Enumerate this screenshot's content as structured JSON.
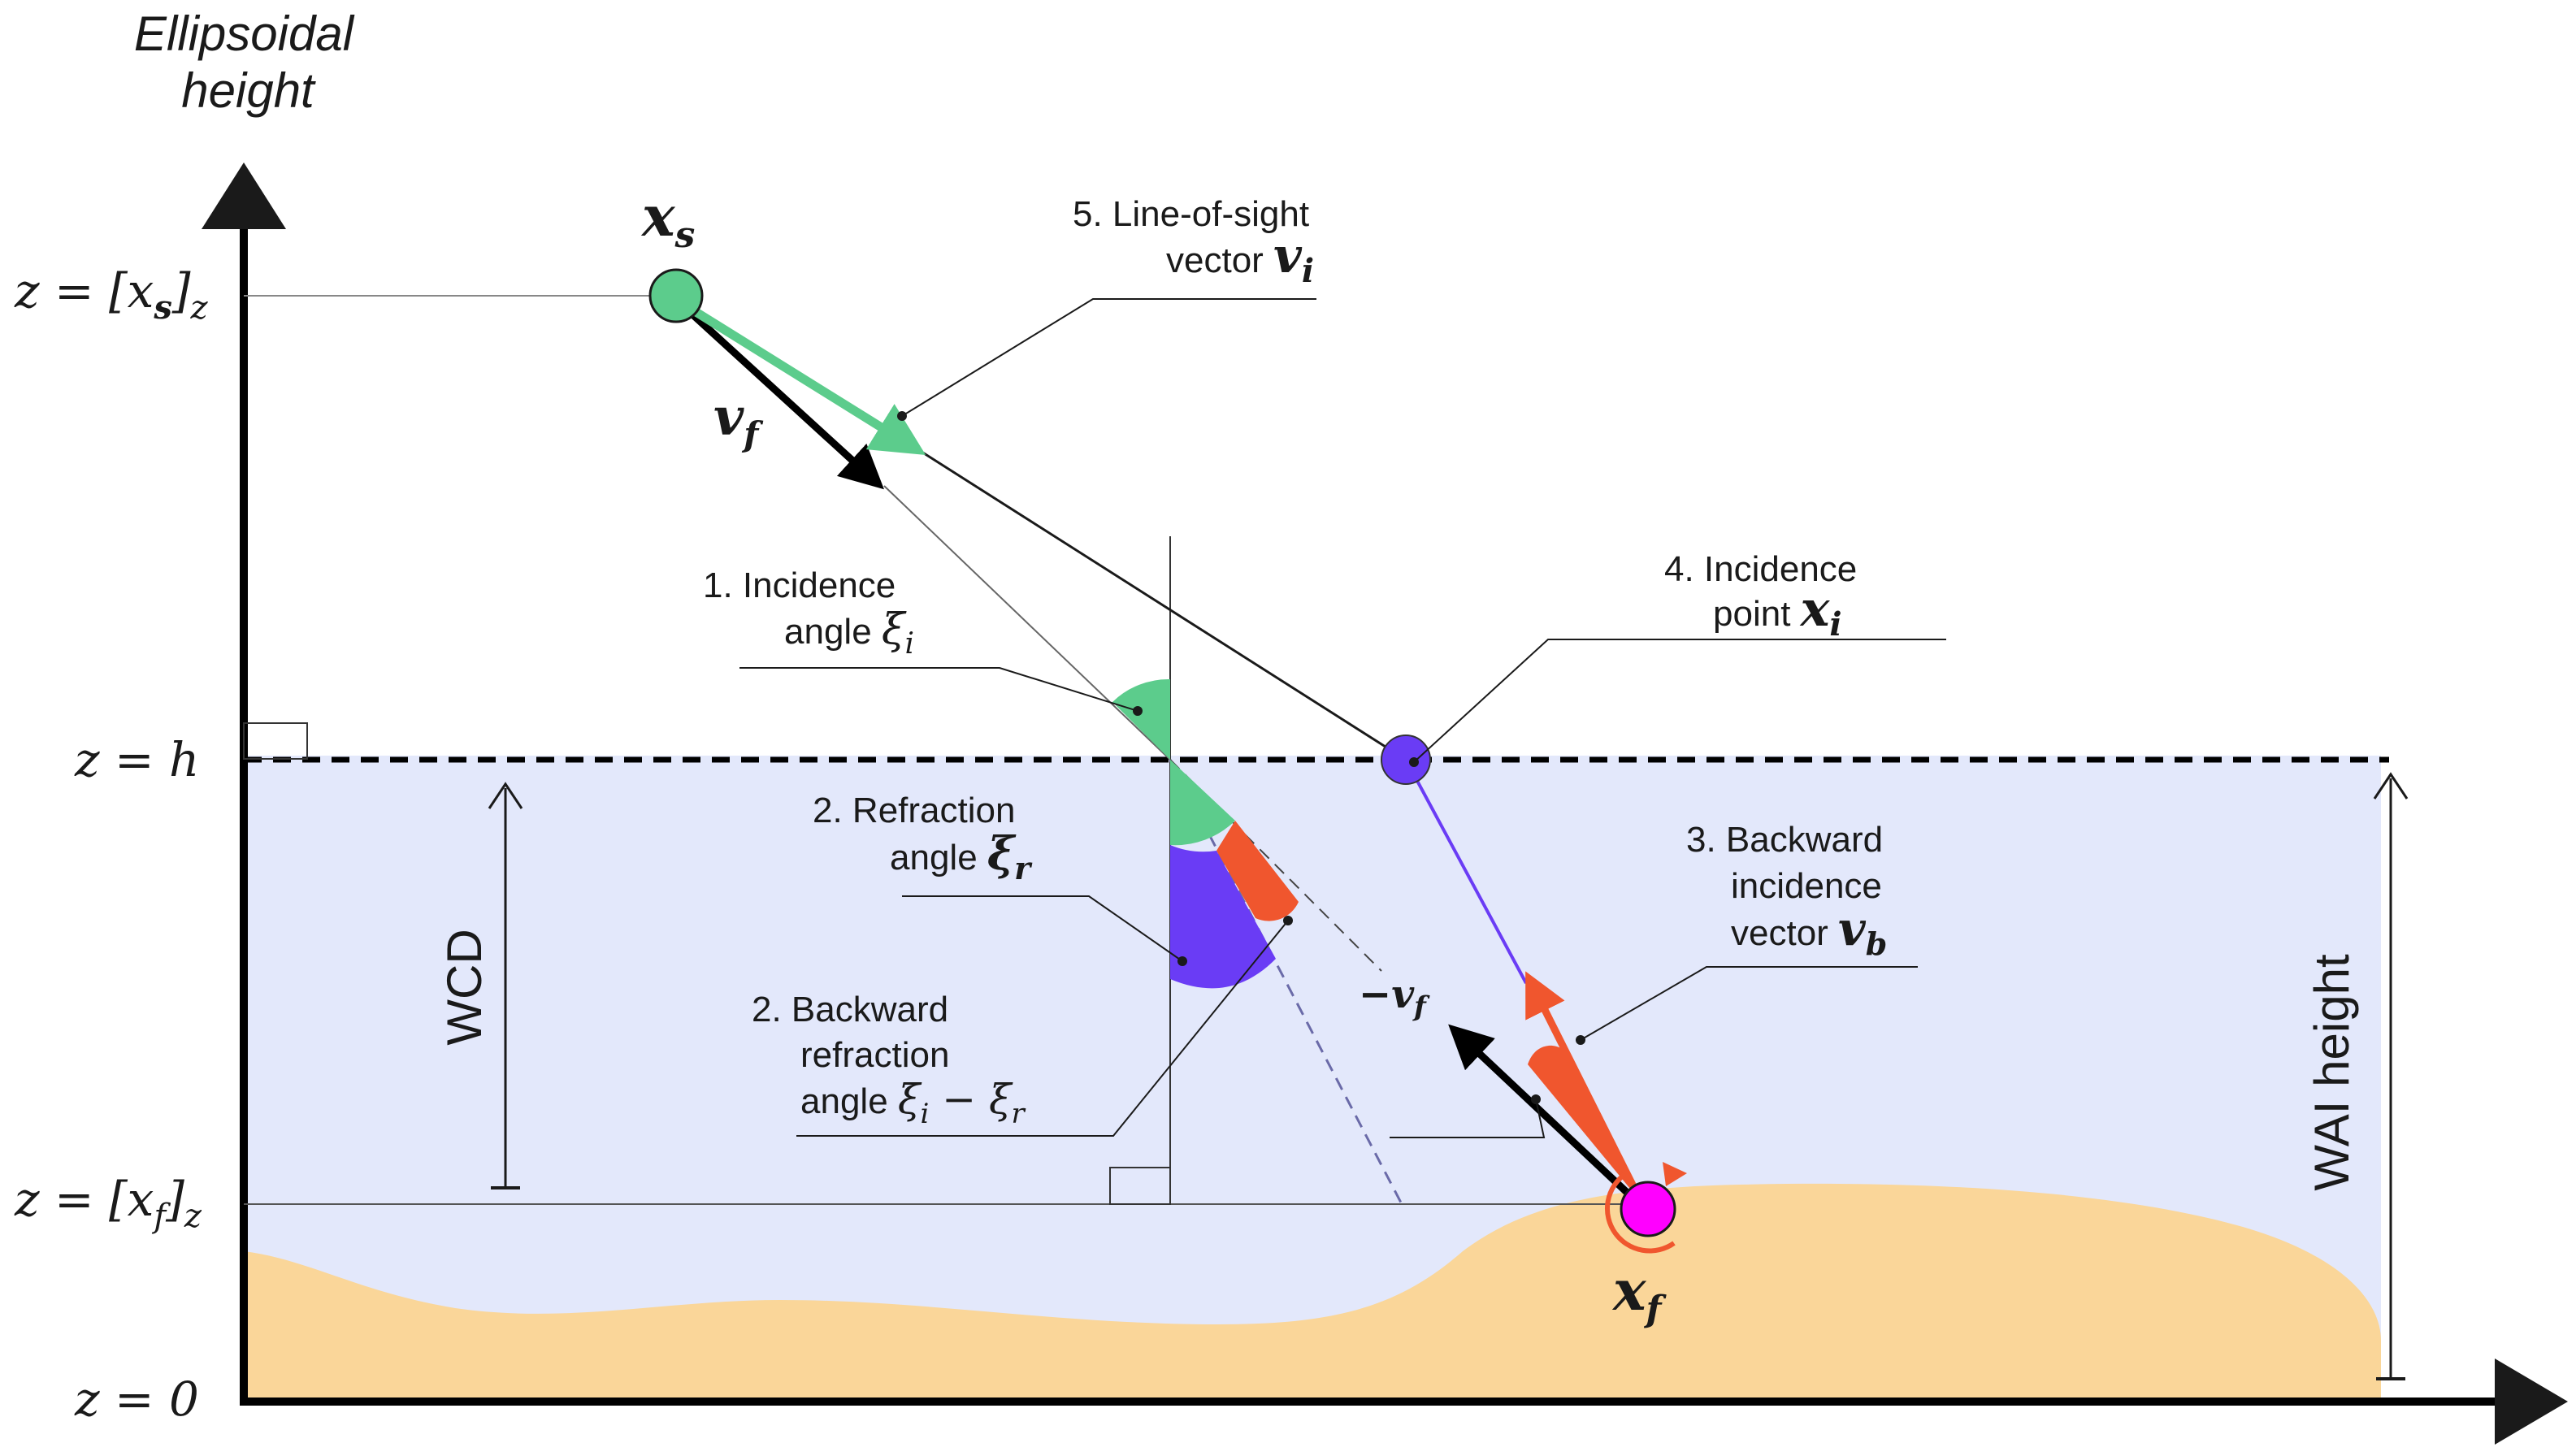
{
  "axis": {
    "y_title_line1": "Ellipsoidal",
    "y_title_line2": "height"
  },
  "ticks": {
    "zs": "z = [x",
    "zs_sub": "s",
    "zs_tail": "]",
    "zs_z": "z",
    "zh": "z = h",
    "zf": "z = [x",
    "zf_sub": "f",
    "zf_tail": "]",
    "zf_z": "z",
    "z0": "z = 0"
  },
  "points": {
    "xs": "x",
    "xs_sub": "s",
    "xf": "x",
    "xf_sub": "f"
  },
  "vectors": {
    "vf": "v",
    "vf_sub": "f",
    "neg_vf": "−v",
    "neg_vf_sub": "f"
  },
  "annotations": {
    "a1_line1": "1. Incidence",
    "a1_line2": "angle ",
    "a1_sym": "ξ",
    "a1_sub": "i",
    "a2_line1": "2. Refraction",
    "a2_line2": "angle ",
    "a2_sym": "ξ",
    "a2_sub": "r",
    "a2b_line1": "2. Backward",
    "a2b_line2": "refraction",
    "a2b_line3": "angle ",
    "a2b_sym": "ξ",
    "a2b_sub": "i",
    "a2b_mid": " − ξ",
    "a2b_sub2": "r",
    "a3_line1": "3. Backward",
    "a3_line2": "incidence",
    "a3_line3": "vector ",
    "a3_sym": "v",
    "a3_sub": "b",
    "a4_line1": "4. Incidence",
    "a4_line2": "point ",
    "a4_sym": "x",
    "a4_sub": "i",
    "a5_line1": "5. Line-of-sight",
    "a5_line2": "vector ",
    "a5_sym": "v",
    "a5_sub": "i"
  },
  "dimensions": {
    "wcd": "WCD",
    "wai": "WAI height"
  },
  "colors": {
    "water": "#e3e8fb",
    "sand": "#fad699",
    "green": "#5ccc8c",
    "purple": "#6a3cf5",
    "red": "#f0562e",
    "magenta": "#ff00ff",
    "black": "#000000"
  }
}
